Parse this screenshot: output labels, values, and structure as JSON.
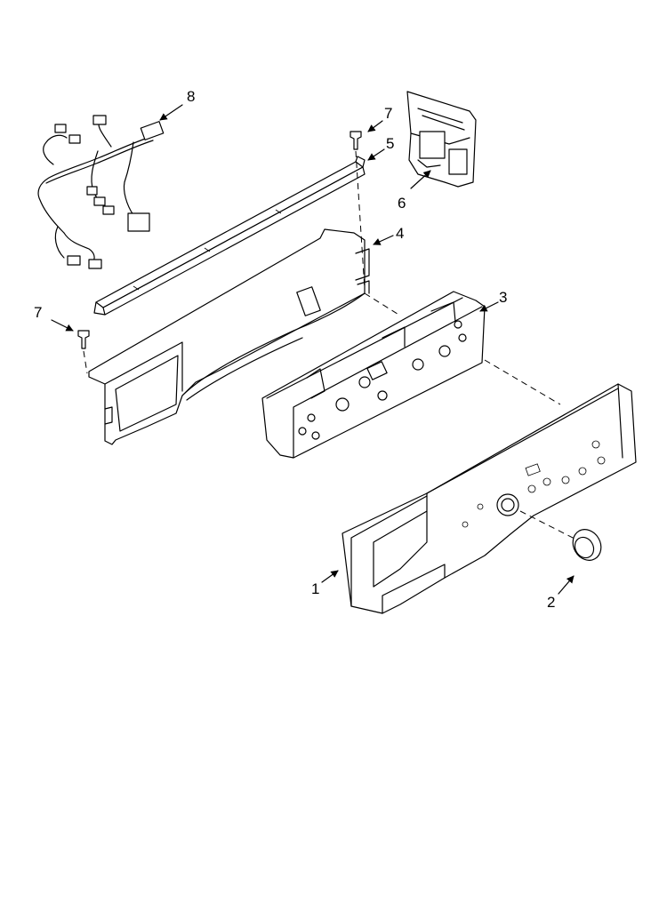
{
  "callouts": [
    {
      "id": "1",
      "text": "1"
    },
    {
      "id": "2",
      "text": "2"
    },
    {
      "id": "3",
      "text": "3"
    },
    {
      "id": "4",
      "text": "4"
    },
    {
      "id": "5",
      "text": "5"
    },
    {
      "id": "6",
      "text": "6"
    },
    {
      "id": "7a",
      "text": "7"
    },
    {
      "id": "7b",
      "text": "7"
    },
    {
      "id": "8",
      "text": "8"
    }
  ],
  "colors": {
    "line": "#000000",
    "background": "#ffffff"
  }
}
